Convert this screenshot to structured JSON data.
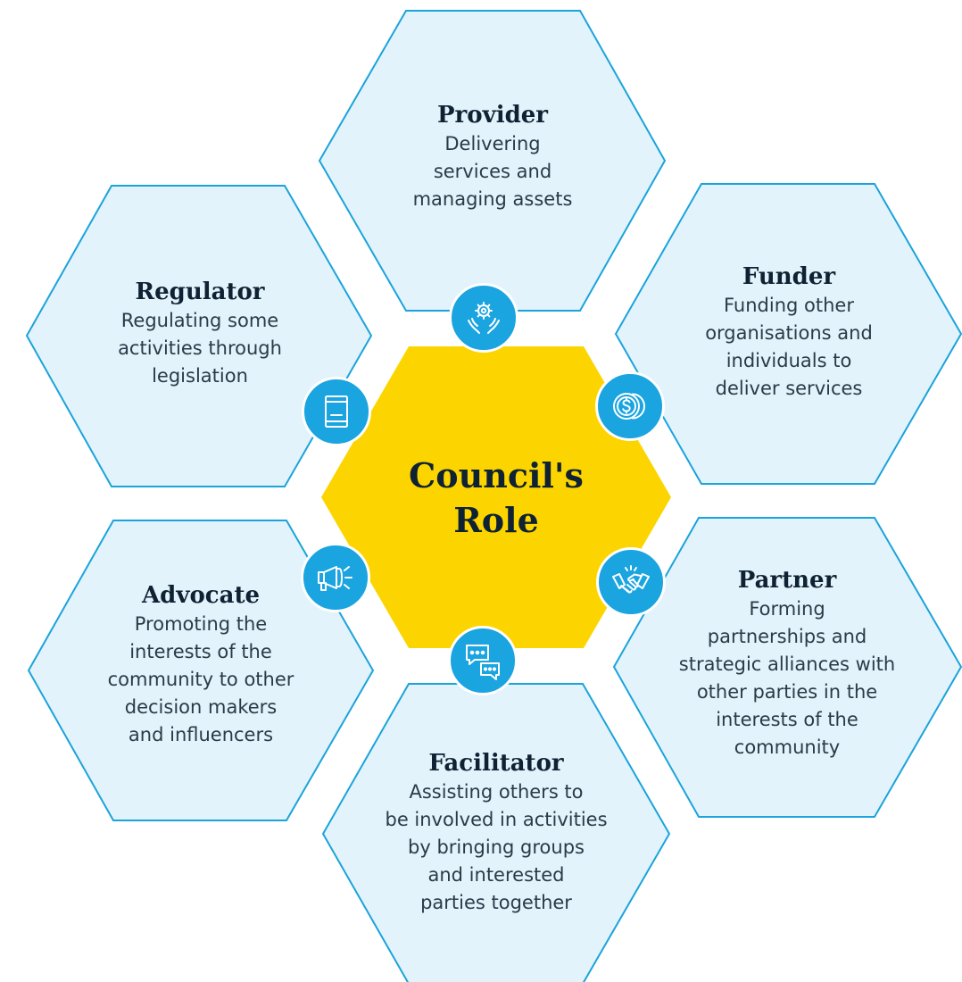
{
  "center": {
    "title": "Council's\nRole"
  },
  "colors": {
    "hex_fill": "#e3f3fb",
    "hex_stroke": "#1ba3dc",
    "center_fill": "#fcd500",
    "icon_bg": "#1aa4e0"
  },
  "roles": {
    "provider": {
      "title": "Provider",
      "desc": "Delivering\nservices and\nmanaging assets",
      "icon": "hands-gear-icon"
    },
    "funder": {
      "title": "Funder",
      "desc": "Funding other\norganisations and\nindividuals to\ndeliver services",
      "icon": "coin-dollar-icon"
    },
    "partner": {
      "title": "Partner",
      "desc": "Forming\npartnerships and\nstrategic alliances with\nother parties in the\ninterests of the\ncommunity",
      "icon": "handshake-icon"
    },
    "facilitator": {
      "title": "Facilitator",
      "desc": "Assisting others to\nbe involved in activities\nby bringing groups\nand interested\nparties together",
      "icon": "chat-bubbles-icon"
    },
    "advocate": {
      "title": "Advocate",
      "desc": "Promoting the\ninterests of the\ncommunity to other\ndecision makers\nand influencers",
      "icon": "megaphone-icon"
    },
    "regulator": {
      "title": "Regulator",
      "desc": "Regulating some\nactivities through\nlegislation",
      "icon": "document-icon"
    }
  }
}
